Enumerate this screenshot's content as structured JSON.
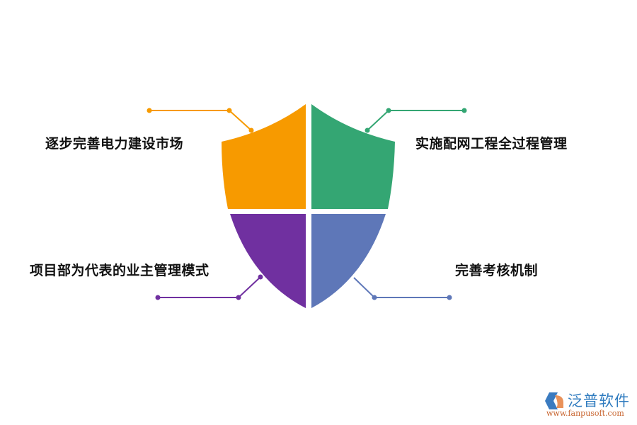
{
  "diagram": {
    "type": "shield-quadrant",
    "quadrants": [
      {
        "id": "top-left",
        "label": "逐步完善电力建设市场",
        "color": "#F79A00"
      },
      {
        "id": "top-right",
        "label": "实施配网工程全过程管理",
        "color": "#34A673"
      },
      {
        "id": "bottom-left",
        "label": "项目部为代表的业主管理模式",
        "color": "#7030A0"
      },
      {
        "id": "bottom-right",
        "label": "完善考核机制",
        "color": "#5E77B8"
      }
    ]
  },
  "logo": {
    "brand": "泛普软件",
    "url": "www.fanpusoft.com"
  }
}
